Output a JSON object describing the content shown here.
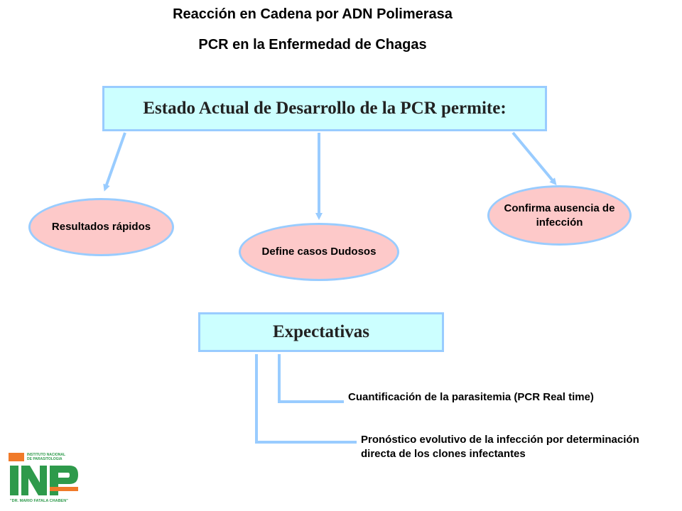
{
  "header": {
    "title_line1": "Reacción en Cadena por ADN Polimerasa",
    "title_line2": "PCR en la Enfermedad de Chagas"
  },
  "main_box": {
    "label": "Estado Actual de Desarrollo de la PCR permite:"
  },
  "outcomes": [
    {
      "label": "Resultados rápidos"
    },
    {
      "label": "Define casos Dudosos"
    },
    {
      "label": "Confirma ausencia de infección"
    }
  ],
  "expectations_box": {
    "label": "Expectativas"
  },
  "expectations": [
    {
      "label": "Cuantificación de la parasitemia (PCR Real time)"
    },
    {
      "label": "Pronóstico evolutivo de la infección por determinación directa de los clones infectantes"
    }
  ],
  "logo": {
    "text_top": "INSTITUTO NACIONAL DE PARASITOLOGIA",
    "letters": "INP",
    "text_bottom": "\"DR. MARIO FATALA CHABEN\""
  },
  "colors": {
    "box_fill": "#ccffff",
    "box_border": "#99ccff",
    "oval_fill": "#fdc9c9",
    "logo_green": "#2e9a4b",
    "logo_orange": "#f07a2a"
  }
}
